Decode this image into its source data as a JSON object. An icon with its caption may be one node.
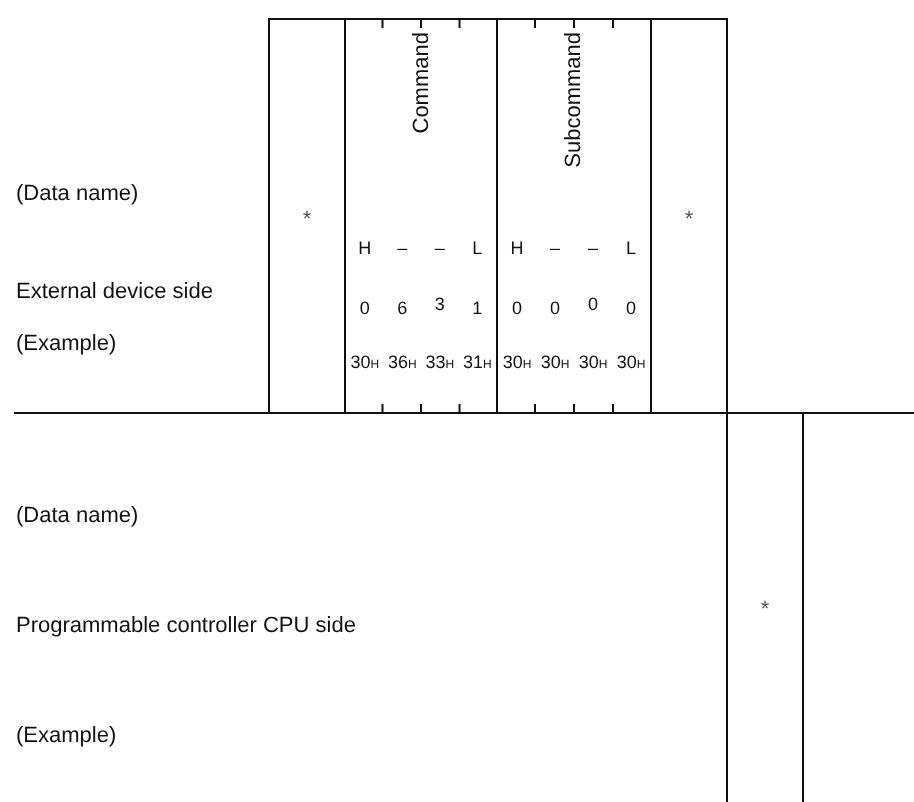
{
  "diagram": {
    "nodes": [
      {
        "text": [
          "*"
        ]
      },
      {
        "text": [
          "Command",
          "H",
          "–",
          "–",
          "L",
          "0",
          "6",
          "3",
          "1",
          "30$_{H}$",
          "36$_{H}$",
          "33$_{H}$",
          "31$_{H}$"
        ]
      },
      {
        "text": [
          "Subcommand",
          "H",
          "–",
          "–",
          "L",
          "0",
          "0",
          "0",
          "0",
          "30$_{H}$",
          "30$_{H}$",
          "30$_{H}$",
          "30$_{H}$"
        ]
      },
      {
        "text": [
          "*"
        ]
      },
      {
        "text": [
          "*"
        ]
      }
    ],
    "labels": [
      "(Data name)",
      "External device side",
      "(Example)",
      "(Data name)",
      "Programmable controller CPU side",
      "(Example)"
    ]
  }
}
